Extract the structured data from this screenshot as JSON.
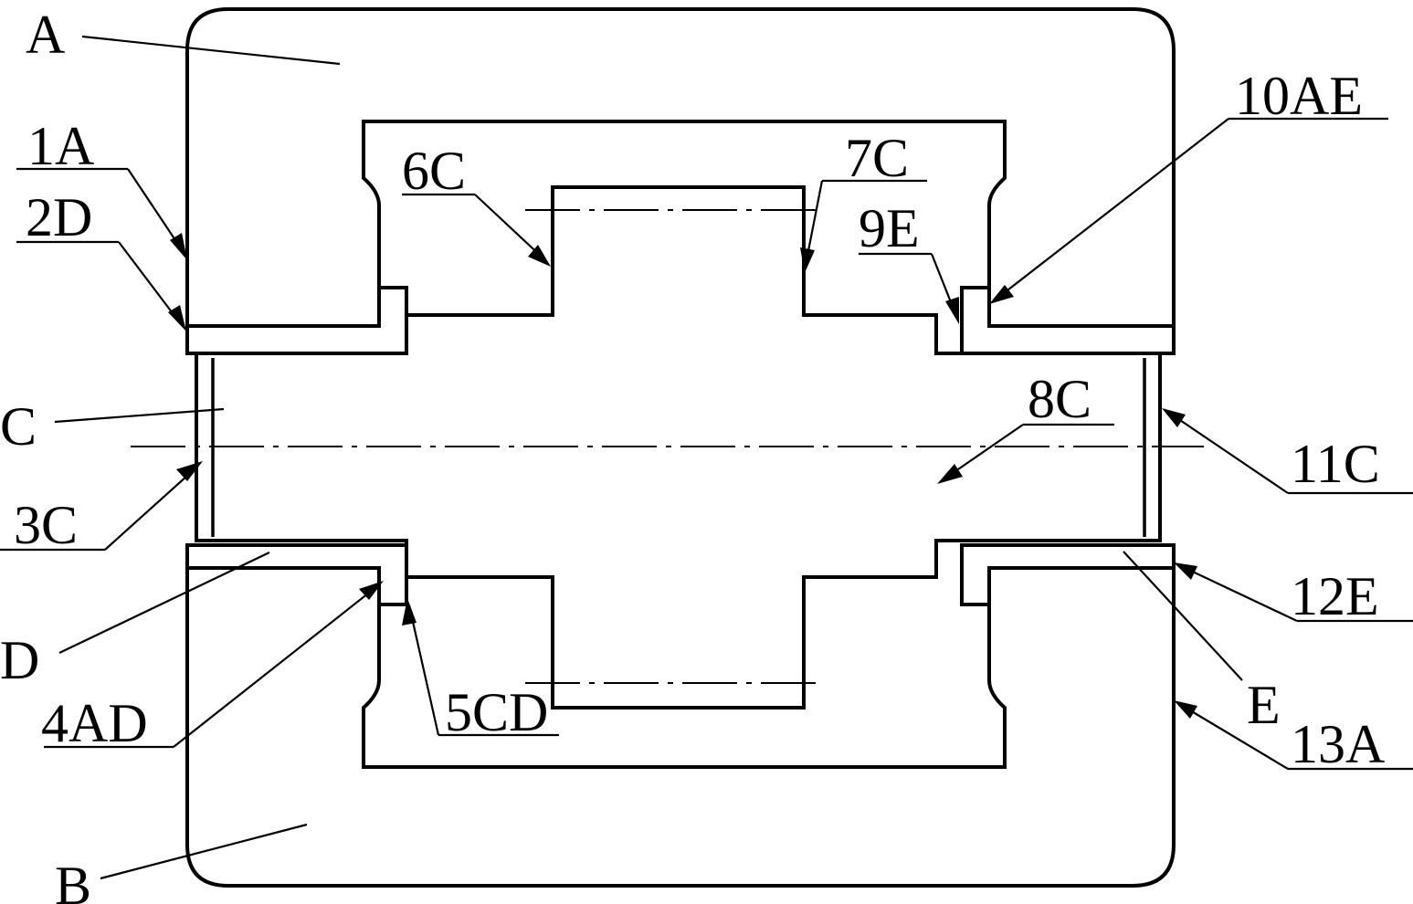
{
  "labels": {
    "A": "A",
    "1A": "1A",
    "2D": "2D",
    "C": "C",
    "3C": "3C",
    "D": "D",
    "4AD": "4AD",
    "5CD": "5CD",
    "6C": "6C",
    "7C": "7C",
    "8C": "8C",
    "9E": "9E",
    "10AE": "10AE",
    "11C": "11C",
    "12E": "12E",
    "E": "E",
    "13A": "13A",
    "B": "B"
  },
  "colors": {
    "line": "#000000",
    "background": "#ffffff"
  }
}
